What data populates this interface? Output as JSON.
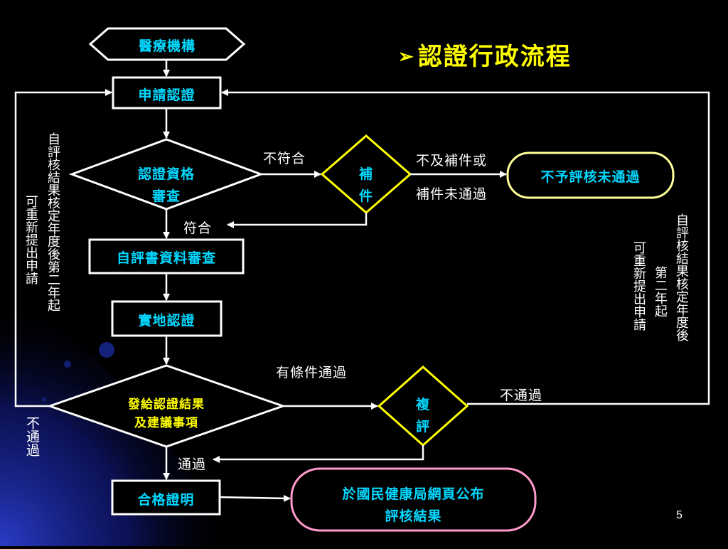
{
  "title": "認證行政流程",
  "page_number": "5",
  "nodes": {
    "medical_institution": "醫療機構",
    "apply": "申請認證",
    "qualification_review_line1": "認證資格",
    "qualification_review_line2": "審查",
    "supplement_line1": "補",
    "supplement_line2": "件",
    "not_reviewed_fail": "不予評核未通過",
    "self_eval_review": "自評書資料審查",
    "onsite": "實地認證",
    "issue_result_line1": "發給認證結果",
    "issue_result_line2": "及建議事項",
    "re_review_line1": "複",
    "re_review_line2": "評",
    "certificate": "合格證明",
    "publish_line1": "於國民健康局網頁公布",
    "publish_line2": "評核結果"
  },
  "edge_labels": {
    "not_compliant": "不符合",
    "compliant": "符合",
    "no_supplement_line1": "不及補件或",
    "no_supplement_line2": "補件未通過",
    "conditional_pass": "有條件通過",
    "not_pass": "不通過",
    "pass": "通過",
    "left_fail": "不通過",
    "left_note_a": "自評核結果核定年度後第二年起",
    "left_note_b": "可重新提出申請",
    "right_note_a": "自評核結果核定年度後",
    "right_note_b": "第二年起",
    "right_note_c": "可重新提出申請"
  },
  "colors": {
    "node_text": "#00d8ff",
    "title": "#ffff00",
    "diamond_border": "#ffff00",
    "publish_border": "#ff99cc",
    "fail_border": "#ffff99",
    "line": "#ffffff"
  }
}
